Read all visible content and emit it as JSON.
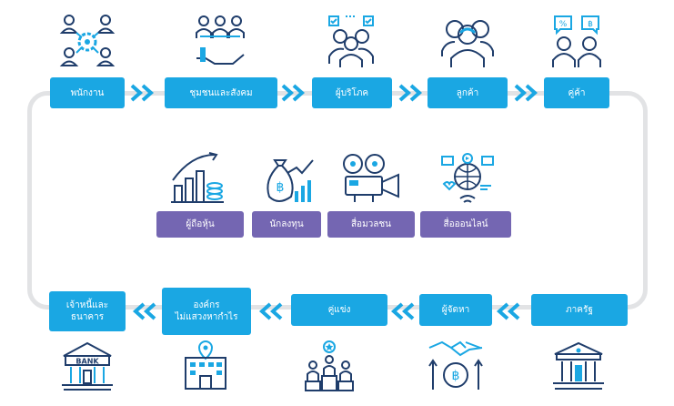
{
  "top_row": [
    {
      "label": "พนักงาน",
      "icon": "employee-network-icon"
    },
    {
      "label": "ชุมชนและสังคม",
      "icon": "community-hand-icon"
    },
    {
      "label": "ผู้บริโภค",
      "icon": "consumer-group-icon"
    },
    {
      "label": "ลูกค้า",
      "icon": "customer-group-icon"
    },
    {
      "label": "คู่ค้า",
      "icon": "partner-talk-icon"
    }
  ],
  "middle_row": [
    {
      "label": "ผู้ถือหุ้น",
      "icon": "growth-chart-coins-icon"
    },
    {
      "label": "นักลงทุน",
      "icon": "money-bag-chart-icon"
    },
    {
      "label": "สื่อมวลชน",
      "icon": "film-camera-icon"
    },
    {
      "label": "สื่อออนไลน์",
      "icon": "online-media-icon"
    }
  ],
  "bottom_row": [
    {
      "lines": [
        "เจ้าหนี้และ",
        "ธนาคาร"
      ],
      "icon": "bank-icon"
    },
    {
      "lines": [
        "องค์กร",
        "ไม่แสวงหากำไร"
      ],
      "icon": "organization-building-icon"
    },
    {
      "lines": [
        "คู่แข่ง"
      ],
      "icon": "competitors-podium-icon"
    },
    {
      "lines": [
        "ผู้จัดหา"
      ],
      "icon": "supplier-handshake-icon"
    },
    {
      "lines": [
        "ภาครัฐ"
      ],
      "icon": "government-building-icon"
    }
  ],
  "colors": {
    "box_blue": "#1aa7e3",
    "box_purple": "#7466b2",
    "icon_blue": "#1aa7e3",
    "icon_navy": "#1f3d6b",
    "loop_gray": "#e2e3e5"
  }
}
